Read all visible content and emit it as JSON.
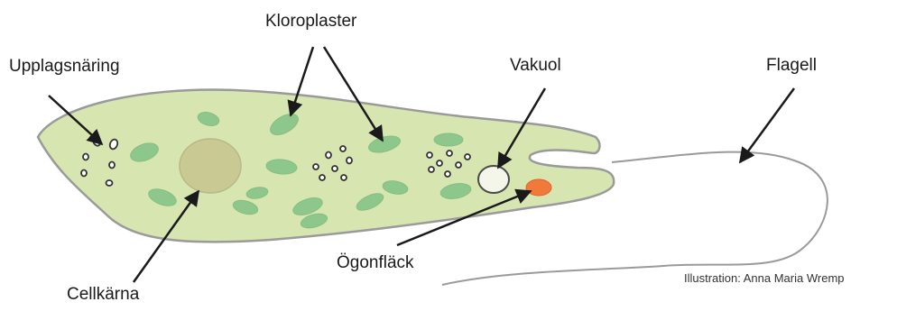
{
  "labels": {
    "upplagsnaring": "Upplagsnäring",
    "kloroplaster": "Kloroplaster",
    "vakuol": "Vakuol",
    "flagell": "Flagell",
    "ogonflack": "Ögonfläck",
    "cellkarna": "Cellkärna"
  },
  "credit": "Illustration: Anna Maria Wremp",
  "colors": {
    "cell_fill": "#d7e6b0",
    "cell_outline": "#9a9a9a",
    "chloroplast": "#8ec78b",
    "nucleus": "#c9c994",
    "vacuole": "#f3f6e8",
    "eyespot": "#f0793c",
    "arrow": "#1a1a1a"
  }
}
